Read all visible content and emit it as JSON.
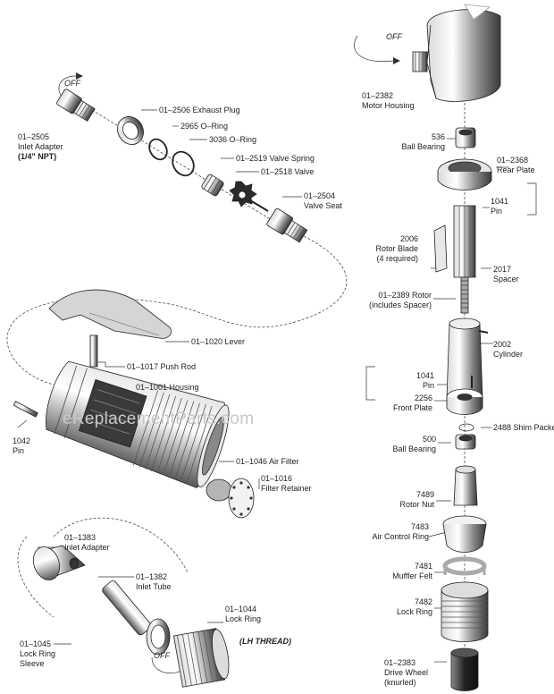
{
  "watermark": "eReplacementParts.com",
  "colors": {
    "line": "#333333",
    "part": "#2b2b2b",
    "shade": "#9a9a9a",
    "felt": "#b5b5b5"
  },
  "labels": {
    "inlet_adapter_top": {
      "number": "01–2505",
      "name": "Inlet Adapter",
      "size": "(1/4\" NPT)"
    },
    "off_top": "OFF",
    "exhaust_plug": "01–2506 Exhaust Plug",
    "oring_2965": "2965 O–Ring",
    "oring_3036": "3036 O–Ring",
    "valve_spring": "01–2519 Valve Spring",
    "valve": "01–2518 Valve",
    "valve_seat": {
      "number": "01–2504",
      "name": "Valve Seat"
    },
    "lever": "01–1020 Lever",
    "push_rod": "01–1017 Push Rod",
    "housing": "01–1001 Housing",
    "pin_left": {
      "number": "1042",
      "name": "Pin"
    },
    "air_filter": "01–1046 Air Filter",
    "filter_retainer": {
      "number": "01–1016",
      "name": "Filter Retainer"
    },
    "inlet_adapter_bottom": {
      "number": "01–1383",
      "name": "Inlet Adapter"
    },
    "inlet_tube": {
      "number": "01–1382",
      "name": "Inlet Tube"
    },
    "lock_ring_left": {
      "number": "01–1044",
      "name": "Lock Ring"
    },
    "lock_ring_sleeve": {
      "number": "01–1045",
      "line2": "Lock Ring",
      "line3": "Sleeve"
    },
    "off_bottom": "OFF",
    "lh_thread": "(LH THREAD)",
    "off_motor": "OFF",
    "motor_housing": {
      "number": "01–2382",
      "name": "Motor Housing"
    },
    "ball_bearing_536": {
      "number": "536",
      "name": "Ball Bearing"
    },
    "rear_plate": {
      "number": "01–2368",
      "name": "Rear Plate"
    },
    "pin_1041_top": {
      "number": "1041",
      "name": "Pin"
    },
    "rotor_blade": {
      "number": "2006",
      "name": "Rotor Blade",
      "note": "(4 required)"
    },
    "spacer": {
      "number": "2017",
      "name": "Spacer"
    },
    "rotor": {
      "number": "01–2389 Rotor",
      "note": "(includes Spacer)"
    },
    "cylinder": {
      "number": "2002",
      "name": "Cylinder"
    },
    "pin_1041_bottom": {
      "number": "1041",
      "name": "Pin"
    },
    "front_plate": {
      "number": "2256",
      "name": "Front Plate"
    },
    "shim_packet": "2488 Shim Packet",
    "ball_bearing_500": {
      "number": "500",
      "name": "Ball Bearing"
    },
    "rotor_nut": {
      "number": "7489",
      "name": "Rotor Nut"
    },
    "air_control_ring": {
      "number": "7483",
      "name": "Air Control Ring"
    },
    "muffler_felt": {
      "number": "7481",
      "name": "Muffler Felt"
    },
    "lock_ring_right": {
      "number": "7482",
      "name": "Lock Ring"
    },
    "drive_wheel": {
      "number": "01–2383",
      "name": "Drive Wheel",
      "note": "(knurled)"
    }
  }
}
